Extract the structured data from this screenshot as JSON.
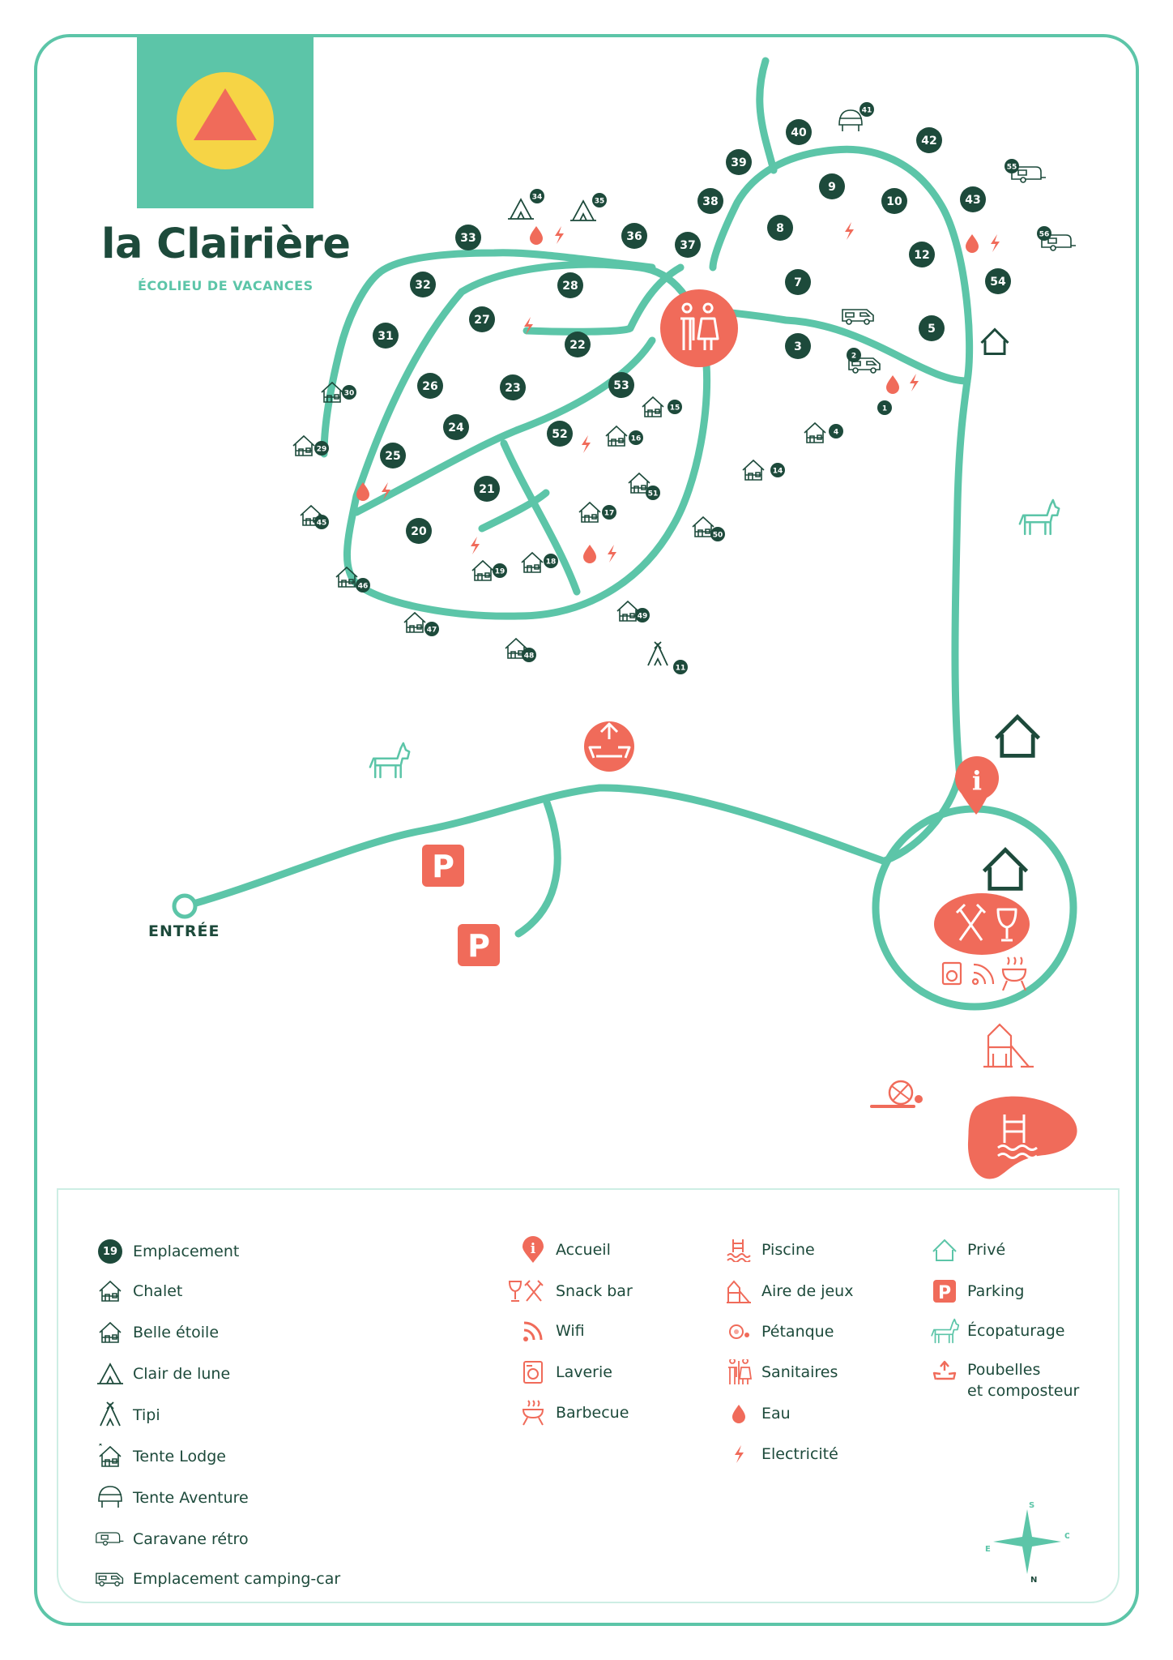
{
  "brand": {
    "name": "la Clairière",
    "tagline": "ÉCOLIEU DE VACANCES"
  },
  "colors": {
    "teal": "#5cc5a8",
    "dark_green": "#1d4a3b",
    "coral": "#f06b5a",
    "yellow": "#f6d445"
  },
  "map": {
    "entrance_label": "ENTRÉE",
    "pitches": [
      "3",
      "5",
      "7",
      "8",
      "9",
      "10",
      "12",
      "20",
      "21",
      "22",
      "23",
      "24",
      "25",
      "26",
      "27",
      "28",
      "31",
      "32",
      "33",
      "36",
      "37",
      "38",
      "39",
      "40",
      "42",
      "43",
      "52",
      "53",
      "54"
    ],
    "accommodation_numbers": [
      "1",
      "2",
      "4",
      "11",
      "14",
      "15",
      "16",
      "17",
      "18",
      "19",
      "29",
      "30",
      "34",
      "35",
      "41",
      "45",
      "46",
      "47",
      "48",
      "49",
      "50",
      "51",
      "55",
      "56"
    ],
    "parking_label": "P"
  },
  "legend": {
    "col1": [
      {
        "icon": "emplacement-number-icon",
        "number": "19",
        "label": "Emplacement"
      },
      {
        "icon": "chalet-icon",
        "label": "Chalet"
      },
      {
        "icon": "belle-etoile-icon",
        "label": "Belle étoile"
      },
      {
        "icon": "clair-de-lune-icon",
        "label": "Clair de lune"
      },
      {
        "icon": "tipi-icon",
        "label": "Tipi"
      },
      {
        "icon": "tente-lodge-icon",
        "label": "Tente Lodge"
      },
      {
        "icon": "tente-aventure-icon",
        "label": "Tente Aventure"
      },
      {
        "icon": "caravane-retro-icon",
        "label": "Caravane rétro"
      },
      {
        "icon": "camping-car-icon",
        "label": "Emplacement camping-car"
      }
    ],
    "col2": [
      {
        "icon": "info-pin-icon",
        "label": "Accueil"
      },
      {
        "icon": "snack-bar-icon",
        "label": "Snack bar"
      },
      {
        "icon": "wifi-icon",
        "label": "Wifi"
      },
      {
        "icon": "laundry-icon",
        "label": "Laverie"
      },
      {
        "icon": "barbecue-icon",
        "label": "Barbecue"
      }
    ],
    "col3": [
      {
        "icon": "pool-icon",
        "label": "Piscine"
      },
      {
        "icon": "playground-icon",
        "label": "Aire de jeux"
      },
      {
        "icon": "petanque-icon",
        "label": "Pétanque"
      },
      {
        "icon": "toilets-icon",
        "label": "Sanitaires"
      },
      {
        "icon": "water-drop-icon",
        "label": "Eau"
      },
      {
        "icon": "lightning-icon",
        "label": "Electricité"
      }
    ],
    "col4": [
      {
        "icon": "house-icon",
        "label": "Privé"
      },
      {
        "icon": "parking-icon",
        "label": "Parking"
      },
      {
        "icon": "donkey-icon",
        "label": "Écopaturage"
      },
      {
        "icon": "recycle-icon",
        "label": "Poubelles\net composteur"
      }
    ]
  },
  "compass": {
    "n": "N",
    "s": "S",
    "e": "E",
    "o": "O"
  }
}
